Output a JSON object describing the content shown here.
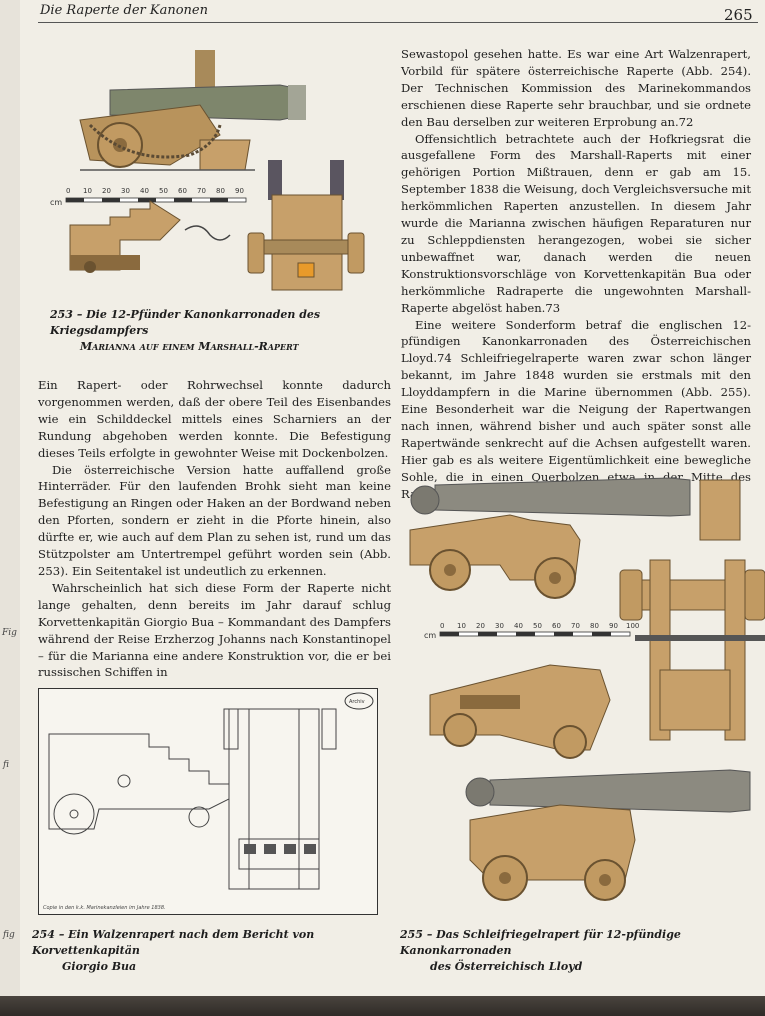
{
  "header": {
    "running_title": "Die Raperte der Kanonen",
    "page_number": "265"
  },
  "figures": {
    "fig253": {
      "caption_number": "253",
      "caption_text": "– Die 12-Pfünder Kanonkarronaden des Kriegsdampfers",
      "caption_line2": "Marianna auf einem Marshall-Rapert",
      "scale_unit": "cm",
      "scale_ticks": [
        "0",
        "10",
        "20",
        "30",
        "40",
        "50",
        "60",
        "70",
        "80",
        "90"
      ]
    },
    "fig254": {
      "caption_number": "254",
      "caption_text": "– Ein Walzenrapert nach dem Bericht von Korvettenkapitän",
      "caption_line2": "Giorgio Bua",
      "stamp_text": "Archiv",
      "footnote": "Copie in den k.k. Marinekanzleien im Jahre 1838."
    },
    "fig255": {
      "caption_number": "255",
      "caption_text": "– Das Schleifriegelrapert für 12-pfündige Kanonkarronaden",
      "caption_line2": "des Österreichisch Lloyd",
      "scale_unit": "cm",
      "scale_ticks": [
        "0",
        "10",
        "20",
        "30",
        "40",
        "50",
        "60",
        "70",
        "80",
        "90",
        "100"
      ]
    }
  },
  "left_column": {
    "paragraphs": [
      "Ein Rapert- oder Rohrwechsel konnte dadurch vorgenommen werden, daß der obere Teil des Eisenbandes wie ein Schilddeckel mittels eines Scharniers an der Rundung abgehoben werden konnte. Die Befestigung dieses Teils erfolgte in gewohnter Weise mit Dockenbolzen.",
      "Die österreichische Version hatte auffallend große Hinterräder. Für den laufenden Brohk sieht man keine Befestigung an Ringen oder Haken an der Bordwand neben den Pforten, sondern er zieht in die Pforte hinein, also dürfte er, wie auch auf dem Plan zu sehen ist, rund um das Stützpolster am Untertrempel geführt worden sein (Abb. 253). Ein Seitentakel ist undeutlich zu erkennen.",
      "Wahrscheinlich hat sich diese Form der Raperte nicht lange gehalten, denn bereits im Jahr darauf schlug Korvettenkapitän Giorgio Bua – Kommandant des Dampfers während der Reise Erzherzog Johanns nach Konstantinopel – für die Marianna eine andere Konstruktion vor, die er bei russischen Schiffen in"
    ]
  },
  "right_column": {
    "paragraphs": [
      "Sewastopol gesehen hatte. Es war eine Art Walzenrapert, Vorbild für spätere österreichische Raperte (Abb. 254). Der Technischen Kommission des Marinekommandos erschienen diese Raperte sehr brauchbar, und sie ordnete den Bau derselben zur weiteren Erprobung an.72",
      "Offensichtlich betrachtete auch der Hofkriegsrat die ausgefallene Form des Marshall-Raperts mit einer gehörigen Portion Mißtrauen, denn er gab am 15. September 1838 die Weisung, doch Vergleichsversuche mit herkömmlichen Raperten anzustellen. In diesem Jahr wurde die Marianna zwischen häufigen Reparaturen nur zu Schleppdiensten herangezogen, wobei sie sicher unbewaffnet war, danach werden die neuen Konstruktionsvorschläge von Korvettenkapitän Bua oder herkömmliche Radraperte die ungewohnten Marshall-Raperte abgelöst haben.73",
      "Eine weitere Sonderform betraf die englischen 12-pfündigen Kanonkarronaden des Österreichischen Lloyd.74 Schleifriegelraperte waren zwar schon länger bekannt, im Jahre 1848 wurden sie erstmals mit den Lloyddampfern in die Marine übernommen (Abb. 255). Eine Besonderheit war die Neigung der Rapertwangen nach innen, während bisher und auch später sonst alle Rapertwände senkrecht auf die Achsen aufgestellt waren. Hier gab es als weitere Eigentümlichkeit eine bewegliche Sohle, die in einen Querbolzen etwa in der Mitte des Raperts als Drehpunkt eingehakt"
    ]
  },
  "colors": {
    "paper": "#f1eee6",
    "wood": "#c7a06a",
    "wood_dark": "#8a6a3e",
    "barrel": "#8c8a80",
    "barrel_green": "#7e866c",
    "ink": "#1e1e1e"
  }
}
